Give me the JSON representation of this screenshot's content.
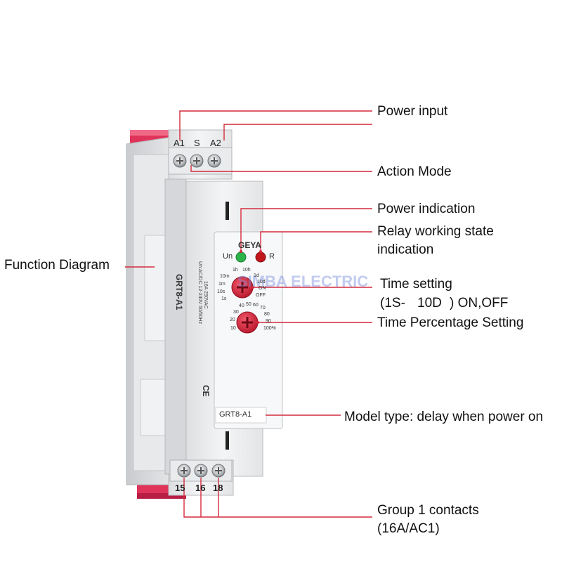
{
  "callouts": {
    "power_input": "Power input",
    "action_mode": "Action Mode",
    "power_indication": "Power indication",
    "relay_state_line1": "Relay working state",
    "relay_state_line2": "indication",
    "function_diagram": "Function Diagram",
    "time_setting_line1": "Time setting",
    "time_setting_line2_a": "(1S-",
    "time_setting_line2_b": "10D",
    "time_setting_line2_c": ") ON,OFF",
    "time_percentage": "Time Percentage Setting",
    "model_type": "Model type: delay when power on",
    "contacts_line1": "Group 1 contacts",
    "contacts_line2": "(16A/AC1)"
  },
  "device": {
    "brand": "GEYA",
    "model": "GRT8-A1",
    "model_plate": "GRT8-A1",
    "ratings_line1": "Un:AC/DC 12-240V 50/60Hz",
    "ratings_line2": "16A 250VAC",
    "top_terminals": [
      "A1",
      "S",
      "A2"
    ],
    "bottom_terminals": [
      "15",
      "16",
      "18"
    ],
    "led_un_label": "Un",
    "led_r_label": "R",
    "time_dial_labels": [
      "1h",
      "10h",
      "1d",
      "10d",
      "ON",
      "OFF",
      "10m",
      "1m",
      "10s",
      "1s"
    ],
    "percent_dial_labels": [
      "40",
      "50",
      "60",
      "70",
      "30",
      "80",
      "20",
      "90",
      "10",
      "100%"
    ],
    "ce_mark": "CE",
    "watermark": "SIMBA ELECTRIC"
  },
  "colors": {
    "callout_line": "#d42a3c",
    "knob": "#d8263a",
    "led_green": "#2bb34a",
    "led_red": "#c2161c",
    "din_clip": "#e0335a"
  }
}
